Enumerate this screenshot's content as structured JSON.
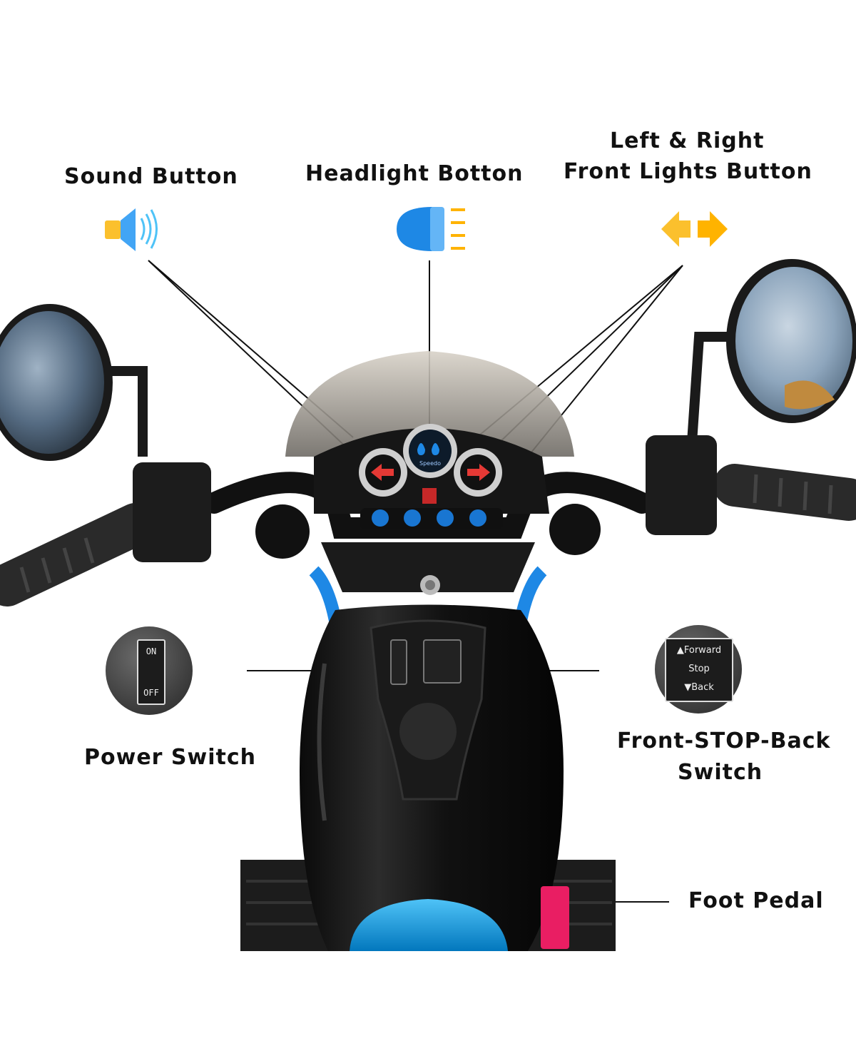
{
  "labels": {
    "sound": "Sound Button",
    "headlight": "Headlight Botton",
    "front_lights_line1": "Left & Right",
    "front_lights_line2": "Front Lights Button",
    "power": "Power Switch",
    "fsb_line1": "Front-STOP-Back",
    "fsb_line2": "Switch",
    "pedal": "Foot Pedal"
  },
  "switch_text": {
    "on": "ON",
    "off": "OFF",
    "forward": "▲Forward",
    "stop": "Stop",
    "back": "▼Back"
  },
  "gauge_text": "Speedo",
  "icons": [
    "speaker-icon",
    "headlight-icon",
    "left-right-arrows-icon"
  ],
  "colors": {
    "body_black": "#141414",
    "accent_blue": "#1e88e5",
    "button_blue": "#1976d2",
    "arrow_red": "#e53935",
    "pedal_red": "#e91e63",
    "icon_yellow": "#fbc02d"
  }
}
